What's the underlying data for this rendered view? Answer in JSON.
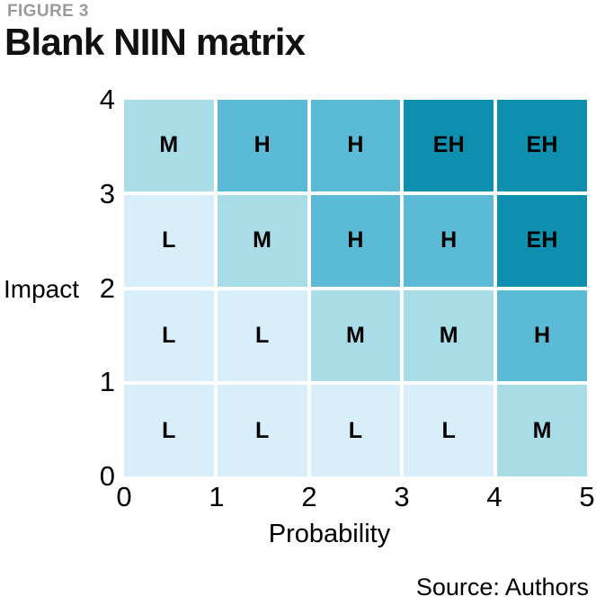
{
  "figure": {
    "label": "FIGURE 3",
    "title": "Blank NIIN matrix"
  },
  "source": {
    "text": "Source: Authors"
  },
  "legend_colors": {
    "L": "#d9eefb",
    "M": "#a8dde8",
    "H": "#5bbad5",
    "EH": "#0d8fb0",
    "figure_label_gray": "#9a9a9a",
    "text_black": "#000000",
    "background": "#ffffff"
  },
  "chart_data": {
    "type": "heatmap",
    "title": "Blank NIIN matrix",
    "xlabel": "Probability",
    "ylabel": "Impact",
    "xlim": [
      0,
      5
    ],
    "ylim": [
      0,
      4
    ],
    "xticks": [
      "0",
      "1",
      "2",
      "3",
      "4",
      "5"
    ],
    "yticks": [
      "0",
      "1",
      "2",
      "3",
      "4"
    ],
    "grid": false,
    "legend_position": "none",
    "x_categories": [
      "0-1",
      "1-2",
      "2-3",
      "3-4",
      "4-5"
    ],
    "y_categories": [
      "0-1",
      "1-2",
      "2-3",
      "3-4"
    ],
    "rows_top_to_bottom": [
      {
        "impact_band": "3-4",
        "cells": [
          {
            "label": "M",
            "probability_band": "0-1",
            "color": "#a8dde8"
          },
          {
            "label": "H",
            "probability_band": "1-2",
            "color": "#5bbad5"
          },
          {
            "label": "H",
            "probability_band": "2-3",
            "color": "#5bbad5"
          },
          {
            "label": "EH",
            "probability_band": "3-4",
            "color": "#0d8fb0"
          },
          {
            "label": "EH",
            "probability_band": "4-5",
            "color": "#0d8fb0"
          }
        ]
      },
      {
        "impact_band": "2-3",
        "cells": [
          {
            "label": "L",
            "probability_band": "0-1",
            "color": "#d9eefb"
          },
          {
            "label": "M",
            "probability_band": "1-2",
            "color": "#a8dde8"
          },
          {
            "label": "H",
            "probability_band": "2-3",
            "color": "#5bbad5"
          },
          {
            "label": "H",
            "probability_band": "3-4",
            "color": "#5bbad5"
          },
          {
            "label": "EH",
            "probability_band": "4-5",
            "color": "#0d8fb0"
          }
        ]
      },
      {
        "impact_band": "1-2",
        "cells": [
          {
            "label": "L",
            "probability_band": "0-1",
            "color": "#d9eefb"
          },
          {
            "label": "L",
            "probability_band": "1-2",
            "color": "#d9eefb"
          },
          {
            "label": "M",
            "probability_band": "2-3",
            "color": "#a8dde8"
          },
          {
            "label": "M",
            "probability_band": "3-4",
            "color": "#a8dde8"
          },
          {
            "label": "H",
            "probability_band": "4-5",
            "color": "#5bbad5"
          }
        ]
      },
      {
        "impact_band": "0-1",
        "cells": [
          {
            "label": "L",
            "probability_band": "0-1",
            "color": "#d9eefb"
          },
          {
            "label": "L",
            "probability_band": "1-2",
            "color": "#d9eefb"
          },
          {
            "label": "L",
            "probability_band": "2-3",
            "color": "#d9eefb"
          },
          {
            "label": "L",
            "probability_band": "3-4",
            "color": "#d9eefb"
          },
          {
            "label": "M",
            "probability_band": "4-5",
            "color": "#a8dde8"
          }
        ]
      }
    ]
  }
}
